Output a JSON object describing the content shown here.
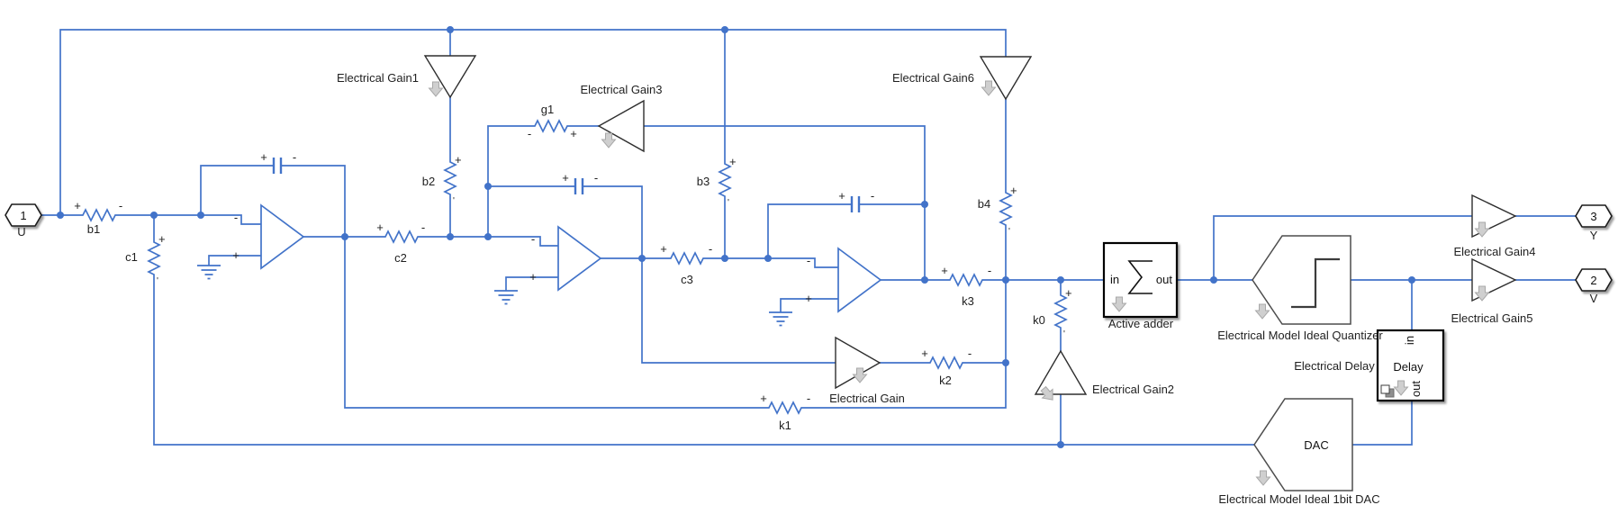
{
  "model": {
    "ports": {
      "in1": {
        "num": "1",
        "label": "U"
      },
      "out3": {
        "num": "3",
        "label": "Y"
      },
      "out2": {
        "num": "2",
        "label": "V"
      }
    },
    "resistors": {
      "b1": "b1",
      "c1": "c1",
      "b2": "b2",
      "c2": "c2",
      "g1": "g1",
      "b3": "b3",
      "c3": "c3",
      "b4": "b4",
      "k3": "k3",
      "k0": "k0",
      "k1": "k1",
      "k2": "k2"
    },
    "gains": {
      "gain1": "Electrical Gain1",
      "gain3": "Electrical Gain3",
      "gain6": "Electrical Gain6",
      "gain": "Electrical Gain",
      "gain2": "Electrical Gain2",
      "gain4": "Electrical Gain4",
      "gain5": "Electrical Gain5"
    },
    "adder": {
      "name": "Active adder",
      "port_in": "in",
      "port_out": "out"
    },
    "quantizer": {
      "name": "Electrical Model Ideal Quantizer"
    },
    "delay": {
      "name": "Electrical Delay",
      "text": "Delay",
      "port_in": "in",
      "port_out": "out"
    },
    "dac": {
      "name": "Electrical Model Ideal 1bit DAC",
      "text": "DAC"
    },
    "marks": {
      "plus": "+",
      "minus": "-",
      "tick": "'"
    },
    "colors": {
      "wire": "#4273c9",
      "block_outline": "#000000",
      "io_outline": "#4d4d4d",
      "arrow_fill": "#cfcfcf",
      "text": "#1f1f1f"
    }
  }
}
